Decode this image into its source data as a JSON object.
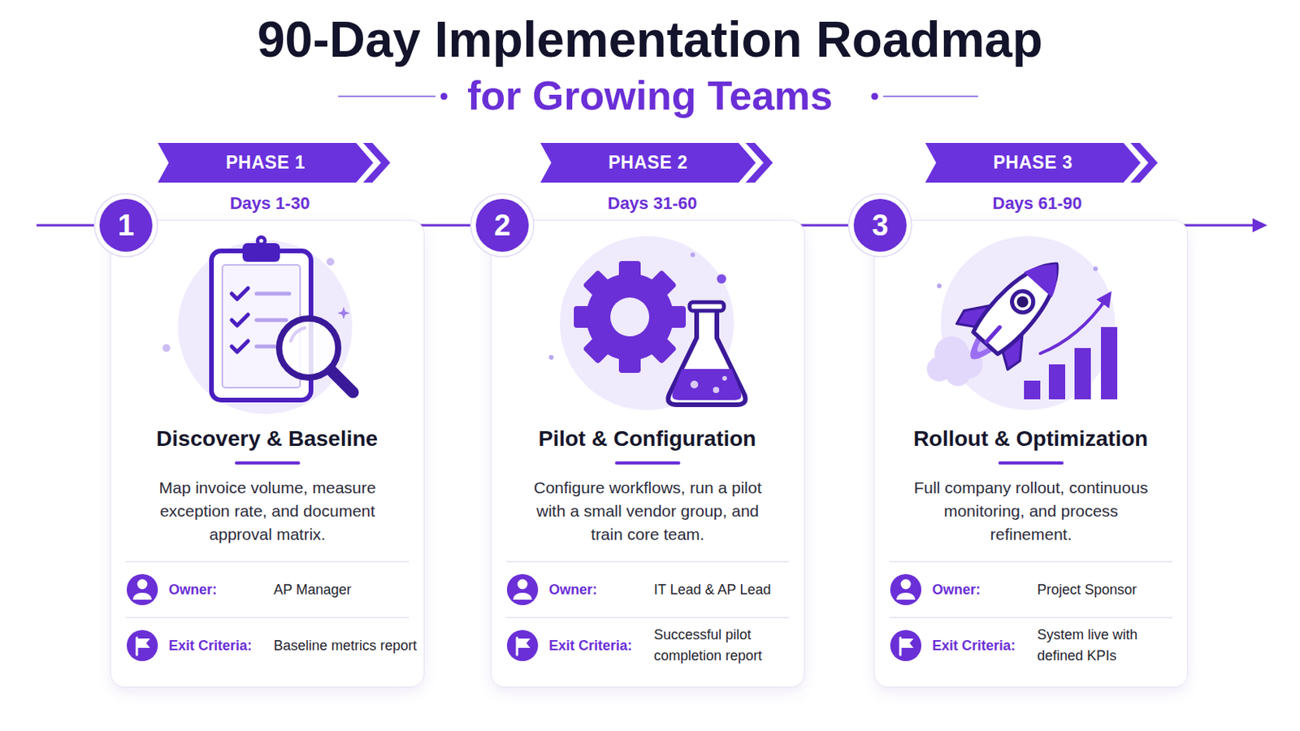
{
  "diagram": {
    "title": "90-Day Implementation Roadmap",
    "nodes": [
      {
        "text": [
          "PHASE 1",
          "Days 1-30"
        ]
      },
      {
        "text": [
          "1"
        ]
      },
      {
        "text": [
          "Discovery & Baseline",
          "Map invoice volume, measure exception rate, and document approval matrix.",
          "Owner:",
          "AP Manager",
          "Exit Criteria:",
          "Baseline metrics report"
        ]
      },
      {
        "text": [
          "PHASE 2",
          "Days 31-60"
        ]
      },
      {
        "text": [
          "2"
        ]
      },
      {
        "text": [
          "Pilot & Configuration",
          "Configure workflows, run a pilot with a small vendor group, and train core team.",
          "Owner:",
          "IT Lead & AP Lead",
          "Exit Criteria:",
          "Successful pilot completion report"
        ]
      },
      {
        "text": [
          "PHASE 3",
          "Days 61-90"
        ]
      },
      {
        "text": [
          "3"
        ]
      },
      {
        "text": [
          "Rollout & Optimization",
          "Full company rollout, continuous monitoring, and process refinement.",
          "Owner:",
          "Project Sponsor",
          "Exit Criteria:",
          "System live with defined KPIs"
        ]
      }
    ],
    "edges": [
      {
        "from": 1,
        "to": 4,
        "arrow": "none"
      },
      {
        "from": 4,
        "to": 7,
        "arrow": "none"
      }
    ],
    "labels": [
      "for Growing Teams"
    ]
  }
}
